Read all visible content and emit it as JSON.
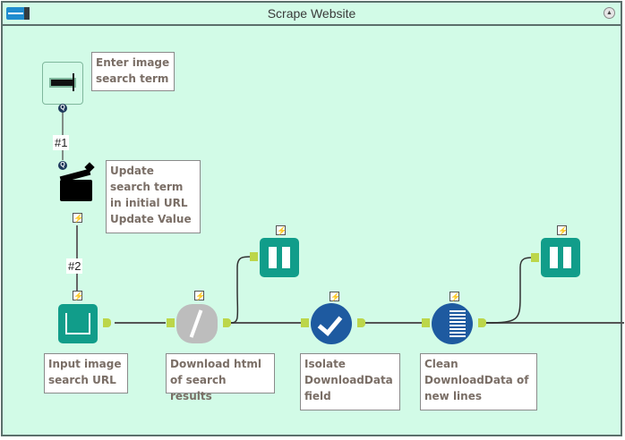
{
  "container": {
    "title": "Scrape Website",
    "collapse_icon": "toggle-icon",
    "up_icon": "collapse-up-icon"
  },
  "tools": [
    {
      "id": "text-box",
      "icon": "text-input-icon",
      "note": "Enter image search term"
    },
    {
      "id": "action",
      "icon": "clapperboard-icon",
      "note": "Update search term in initial URL\nUpdate Value"
    },
    {
      "id": "input",
      "icon": "book-icon",
      "note": "Input image search URL"
    },
    {
      "id": "download",
      "icon": "download-cloud-icon",
      "note": "Download html of search results"
    },
    {
      "id": "browse1",
      "icon": "binoculars-icon",
      "note": ""
    },
    {
      "id": "select",
      "icon": "select-check-icon",
      "note": "Isolate DownloadData field"
    },
    {
      "id": "cleanse",
      "icon": "cleanse-icon",
      "note": "Clean DownloadData of new lines"
    },
    {
      "id": "browse2",
      "icon": "binoculars-icon",
      "note": ""
    }
  ],
  "connections": {
    "label1": "#1",
    "label2": "#2"
  },
  "badges": {
    "bolt": "⚡",
    "q": "Q",
    "up": "▲"
  }
}
